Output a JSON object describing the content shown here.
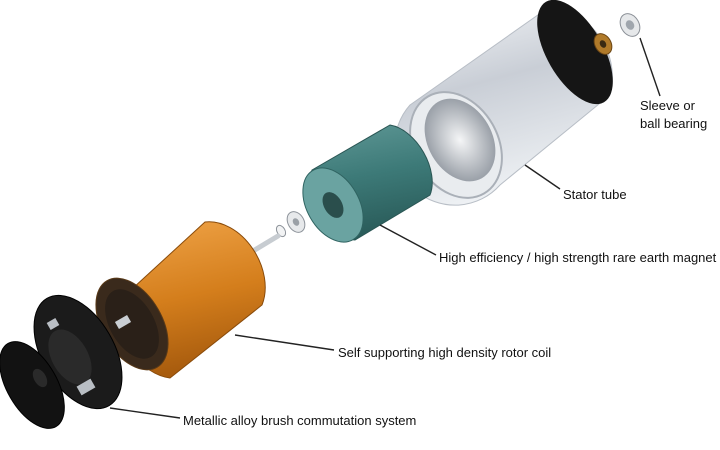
{
  "labels": {
    "sleeve_line1": "Sleeve or",
    "sleeve_line2": "ball bearing",
    "stator": "Stator tube",
    "magnet": "High efficiency / high strength rare earth magnet",
    "rotor": "Self supporting high density rotor coil",
    "brush": "Metallic alloy brush commutation system"
  },
  "colors": {
    "stator": "#d9dde3",
    "magnet": "#3f7f7c",
    "rotor": "#e08a22",
    "endcap": "#1a1a1a",
    "bearing_bronze": "#b07a2a"
  }
}
